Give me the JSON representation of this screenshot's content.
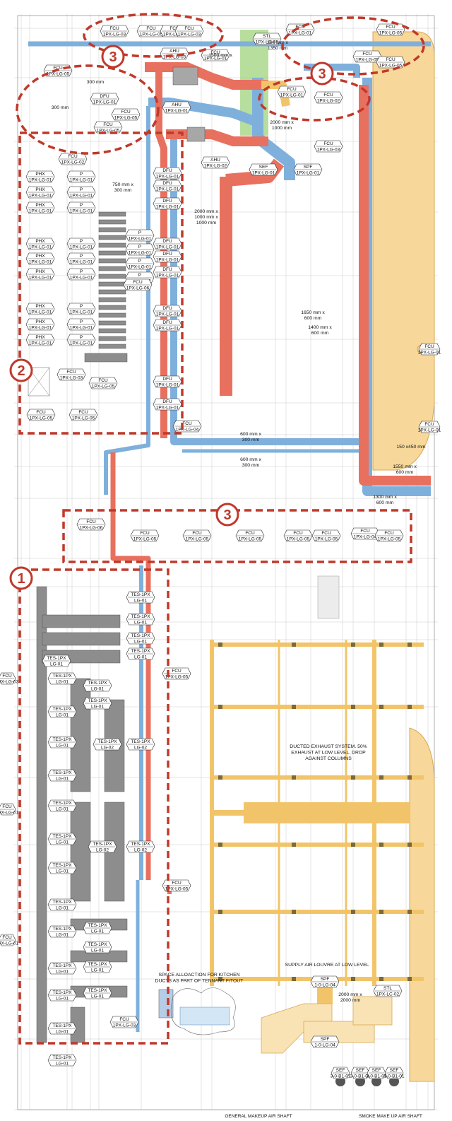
{
  "colors": {
    "supply": "#e8705f",
    "return": "#7fb0dc",
    "exhaust": "#f2c46a",
    "fresh": "#9fd37c",
    "zone": "#c0392b",
    "grid": "#c9c9c9",
    "equipment": "#8d8d8d"
  },
  "zones": [
    {
      "num": "3"
    },
    {
      "num": "3"
    },
    {
      "num": "3"
    },
    {
      "num": "3"
    },
    {
      "num": "2"
    },
    {
      "num": "1"
    }
  ],
  "tags": {
    "fcu_03": [
      "FCU",
      "1PX-LG-03"
    ],
    "fcu_05": [
      "FCU",
      "1PX-LG-05"
    ],
    "fcu_01": [
      "FCU",
      "1PX-LG-01"
    ],
    "fcu_02": [
      "FCU",
      "1PX-LG-02"
    ],
    "fcu_06": [
      "FCU",
      "1PX-LG-06"
    ],
    "fcu_04": [
      "FCU",
      "1PX-LG-04"
    ],
    "stl_05": [
      "STL",
      "1PX-LG-05"
    ],
    "ahu_03": [
      "AHU",
      "1PX-LG-03"
    ],
    "ahu_01": [
      "AHU",
      "1PX-LG-01"
    ],
    "ahu_02": [
      "AHU",
      "1PX-LG-02"
    ],
    "dfu_01": [
      "DFU",
      "1PX-LG-01"
    ],
    "phx_01": [
      "PHX",
      "1PX-LG-01"
    ],
    "p_01": [
      "P",
      "1PX-LG-01"
    ],
    "sef_01": [
      "SEF",
      "1PX-LG-01"
    ],
    "spf_01": [
      "SPF",
      "1PX-LG-01"
    ],
    "tes_01": [
      "TES-1PX",
      "LG-01"
    ],
    "tes_02": [
      "TES-1PX",
      "LG-02"
    ],
    "spf_04": [
      "SPF",
      "1-0-LG-04"
    ],
    "stl_c02": [
      "STL",
      "1PX-LC-02"
    ],
    "sef_b1": [
      "SEF",
      "3-0-B1-01"
    ]
  },
  "dims": {
    "d300x1350": [
      "300 mm x",
      "1350 mm"
    ],
    "d1500": [
      "1500 mm x"
    ],
    "d300a": [
      "300 mm"
    ],
    "d300b": [
      "300 mm"
    ],
    "d2000x1000a": [
      "2000 mm x",
      "1000 mm"
    ],
    "d750x300": [
      "750 mm x",
      "300 mm"
    ],
    "d2000x1000b": [
      "2000 mm x",
      "1000 mm x",
      "1000 mm"
    ],
    "d1650x600": [
      "1650 mm x",
      "600 mm"
    ],
    "d1400x600": [
      "1400 mm x",
      "600 mm"
    ],
    "d600x300a": [
      "600 mm x",
      "300 mm"
    ],
    "d600x300b": [
      "600 mm x",
      "300 mm"
    ],
    "d150x450": [
      "150 x450 mm"
    ],
    "d1550x600": [
      "1550 mm x",
      "600 mm"
    ],
    "d1300x600": [
      "1300 mm x",
      "600 mm"
    ],
    "d2000x2000": [
      "2000 mm x",
      "2000 mm"
    ]
  },
  "notes": {
    "ducted_exhaust": [
      "DUCTED EXHAUST SYSTEM. 50%",
      "EXHAUST AT LOW LEVEL, DROP",
      "AGAINST COLUMNS"
    ],
    "supply_louvre": [
      "SUPPLY AIR LOUVRE AT LOW LEVEL"
    ],
    "kitchen": [
      "SPACE ALLOACTION FOR KITCHEN",
      "DUCTS AS PART OF TENNANT FITOUT"
    ]
  },
  "footer": {
    "left": "GENERAL MAKEUP AIR SHAFT",
    "right": "SMOKE MAKE UP AIR SHAFT"
  }
}
